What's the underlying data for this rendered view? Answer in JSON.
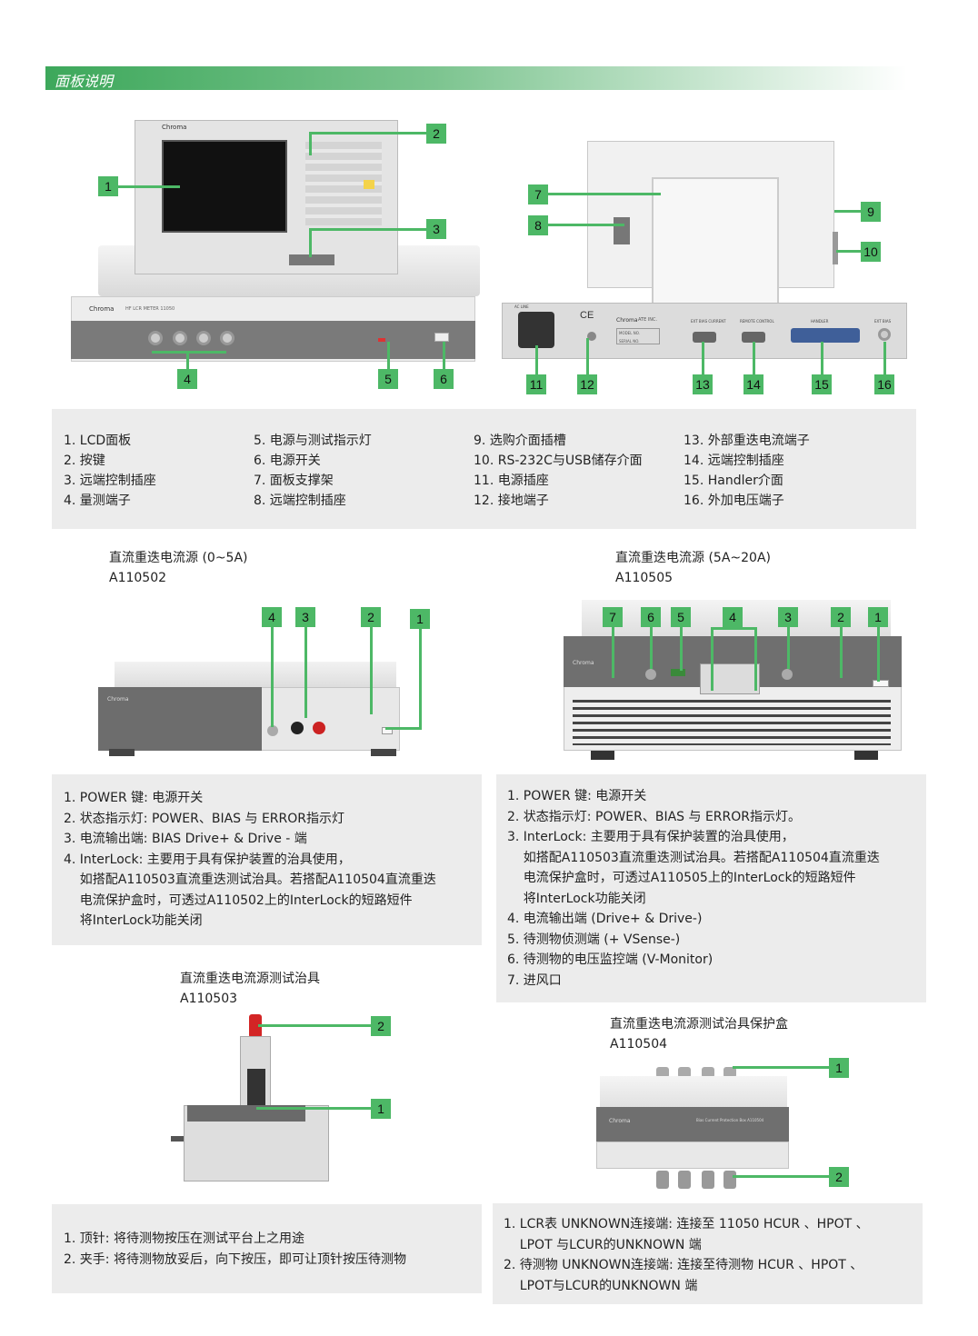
{
  "header": {
    "title": "面板说明"
  },
  "main_panel": {
    "front_badges": [
      "1",
      "2",
      "3",
      "4",
      "5",
      "6"
    ],
    "rear_badges": [
      "7",
      "8",
      "9",
      "10",
      "11",
      "12",
      "13",
      "14",
      "15",
      "16"
    ],
    "device_text": {
      "brand": "Chroma",
      "model": "HF LCR METER 11050",
      "ac_label": "AC LINE",
      "rs232": "EXT BIAS CURRENT",
      "remote": "REMOTE CONTROL",
      "handler": "HANDLER",
      "ext_bias": "EXT BIAS",
      "ate": "ATE INC.",
      "model_no": "MODEL NO.",
      "serial_no": "SERIAL NO."
    },
    "legend": [
      [
        "1.  LCD面板",
        "2.  按键",
        "3.  远端控制插座",
        "4.  量测端子"
      ],
      [
        "5.  电源与测试指示灯",
        "6.  电源开关",
        "7.  面板支撑架",
        "8.  远端控制插座"
      ],
      [
        "9.  选购介面插槽",
        "10.  RS-232C与USB储存介面",
        "11.  电源插座",
        "12.  接地端子"
      ],
      [
        "13.  外部重迭电流端子",
        "14.  远端控制插座",
        "15.  Handler介面",
        "16.  外加电压端子"
      ]
    ]
  },
  "a110502": {
    "title": "直流重迭电流源 (0~5A)",
    "model": "A110502",
    "badges": [
      "4",
      "3",
      "2",
      "1"
    ],
    "desc": [
      "1. POWER 键: 电源开关",
      "2. 状态指示灯: POWER、BIAS 与 ERROR指示灯",
      "3. 电流输出端: BIAS Drive+ & Drive - 端",
      "4. InterLock: 主要用于具有保护装置的治具使用，",
      "    如搭配A110503直流重迭测试治具。若搭配A110504直流重迭",
      "    电流保护盒时，可透过A110502上的InterLock的短路短件",
      "    将InterLock功能关闭"
    ]
  },
  "a110505": {
    "title": "直流重迭电流源 (5A~20A)",
    "model": "A110505",
    "badges": [
      "7",
      "6",
      "5",
      "4",
      "3",
      "2",
      "1"
    ],
    "desc": [
      "1. POWER 键: 电源开关",
      "2. 状态指示灯: POWER、BIAS 与 ERROR指示灯。",
      "3. InterLock: 主要用于具有保护装置的治具使用，",
      "    如搭配A110503直流重迭测试治具。若搭配A110504直流重迭",
      "    电流保护盒时，可透过A110505上的InterLock的短路短件",
      "    将InterLock功能关闭",
      "4. 电流输出端 (Drive+ & Drive-)",
      "5. 待测物侦测端 (+ VSense-)",
      "6. 待测物的电压监控端 (V-Monitor)",
      "7. 进风口"
    ]
  },
  "a110503": {
    "title": "直流重迭电流源测试治具",
    "model": "A110503",
    "badges": [
      "2",
      "1"
    ],
    "desc": [
      "1. 顶针: 将待测物按压在测试平台上之用途",
      "2. 夹手: 将待测物放妥后，向下按压，即可让顶针按压待测物"
    ]
  },
  "a110504": {
    "title": "直流重迭电流源测试治具保护盒",
    "model": "A110504",
    "badges": [
      "1",
      "2"
    ],
    "box_label": "Bias Current Protection Box A110504",
    "desc": [
      "1. LCR表 UNKNOWN连接端: 连接至 11050 HCUR 、HPOT 、",
      "    LPOT 与LCUR的UNKNOWN 端",
      "2. 待测物 UNKNOWN连接端: 连接至待测物 HCUR 、HPOT 、",
      "    LPOT与LCUR的UNKNOWN 端"
    ]
  },
  "colors": {
    "accent": "#4db866",
    "panel_bg": "#ececec"
  }
}
